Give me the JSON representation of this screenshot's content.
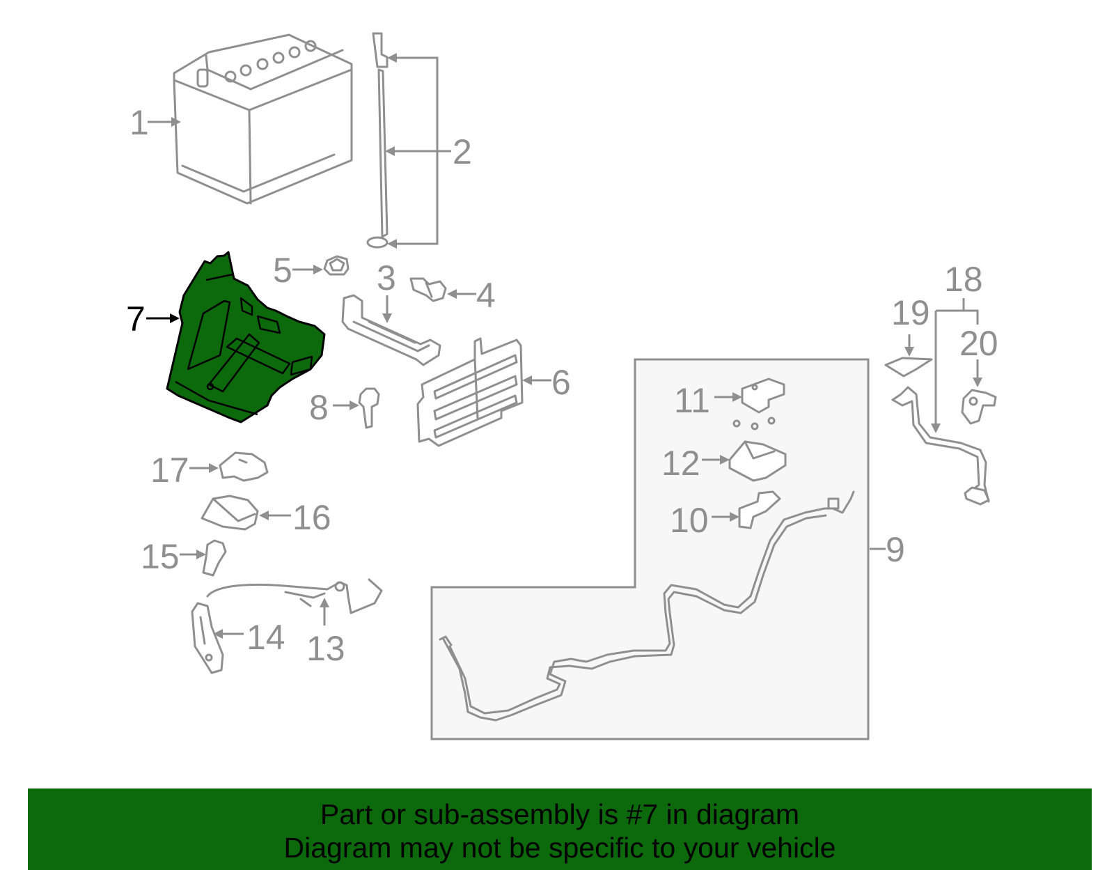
{
  "callouts": {
    "c1": "1",
    "c2": "2",
    "c3": "3",
    "c4": "4",
    "c5": "5",
    "c6": "6",
    "c7": "7",
    "c8": "8",
    "c9": "9",
    "c10": "10",
    "c11": "11",
    "c12": "12",
    "c13": "13",
    "c14": "14",
    "c15": "15",
    "c16": "16",
    "c17": "17",
    "c18": "18",
    "c19": "19",
    "c20": "20"
  },
  "highlighted_part": "7",
  "colors": {
    "highlight": "#0c6a0c",
    "line": "#8f8f8f",
    "banner": "#0c6a0c"
  },
  "banner": {
    "line1": "Part or sub-assembly is #7 in diagram",
    "line2": "Diagram may not be specific to your vehicle"
  }
}
